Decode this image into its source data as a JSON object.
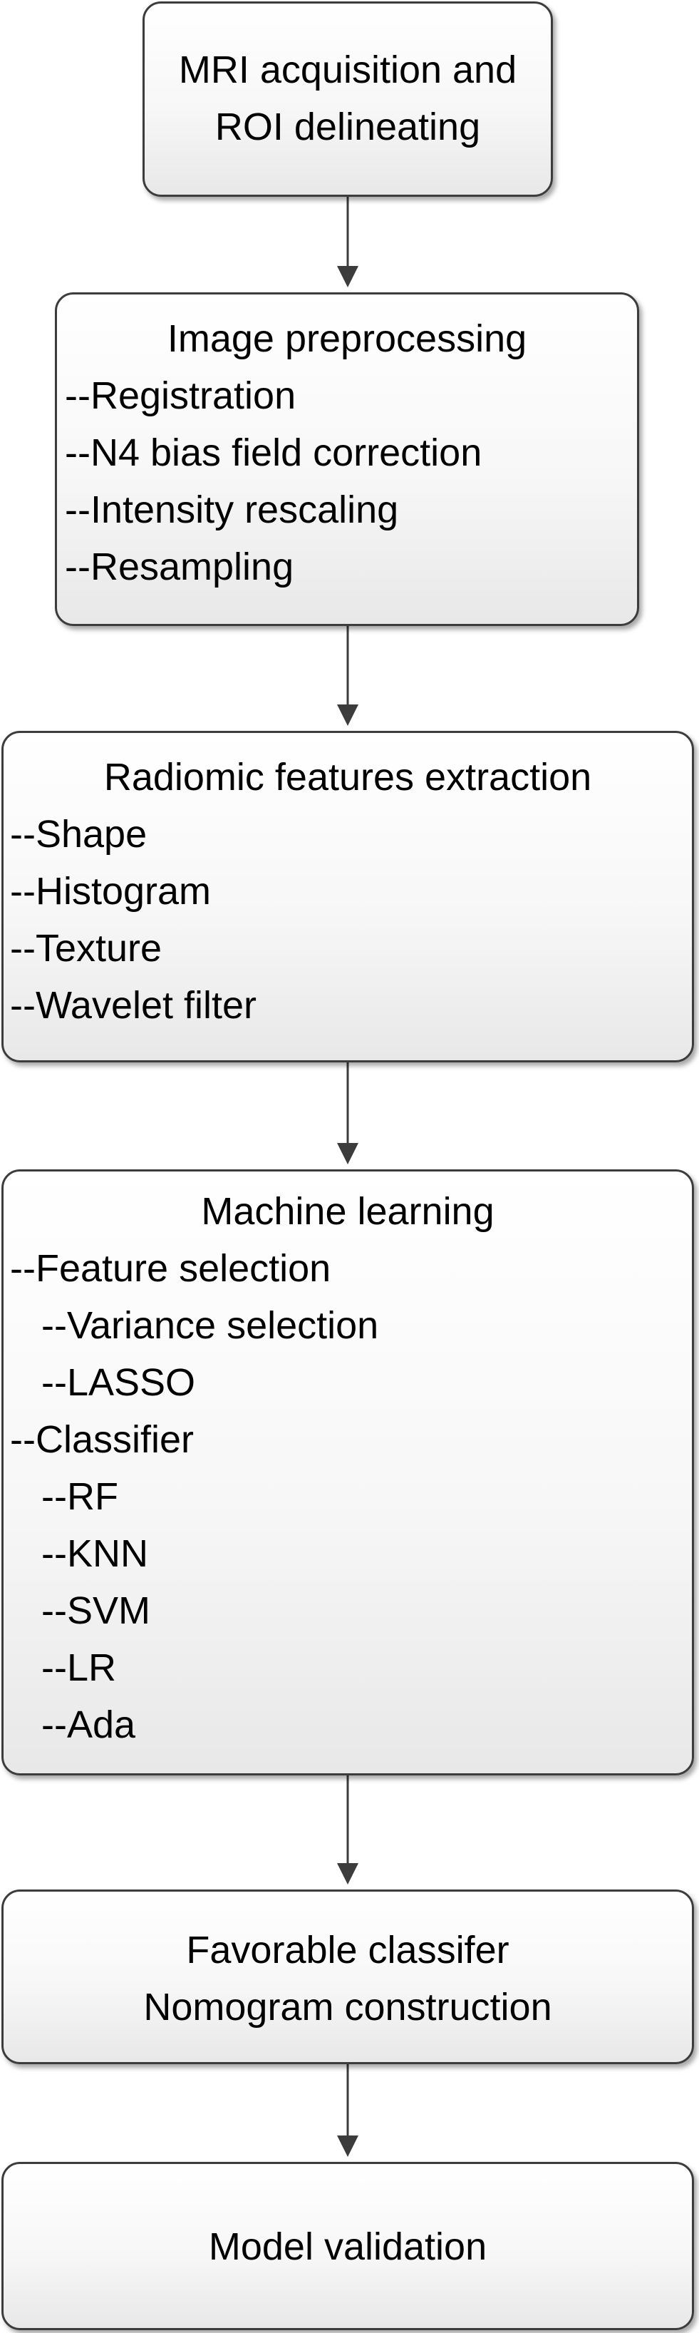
{
  "steps": {
    "acquisition": {
      "lines": [
        "MRI acquisition and",
        "ROI delineating"
      ]
    },
    "preprocessing": {
      "title": "Image preprocessing",
      "items": [
        "--Registration",
        "--N4 bias field correction",
        "--Intensity rescaling",
        "--Resampling"
      ]
    },
    "extraction": {
      "title": "Radiomic features extraction",
      "items": [
        "--Shape",
        "--Histogram",
        "--Texture",
        "--Wavelet filter"
      ]
    },
    "machine_learning": {
      "title": "Machine learning",
      "feature_selection": "--Feature selection",
      "feature_methods": [
        "--Variance selection",
        "--LASSO"
      ],
      "classifier": "--Classifier",
      "classifiers": [
        "--RF",
        "--KNN",
        "--SVM",
        "--LR",
        "--Ada"
      ]
    },
    "favorable": {
      "lines": [
        "Favorable classifer",
        "Nomogram construction"
      ]
    },
    "validation": {
      "label": "Model validation"
    }
  },
  "colors": {
    "border": "#3c3c3c",
    "fill_top": "#ffffff",
    "fill_bottom": "#e8e8e8",
    "arrow": "#3c3c3c"
  }
}
